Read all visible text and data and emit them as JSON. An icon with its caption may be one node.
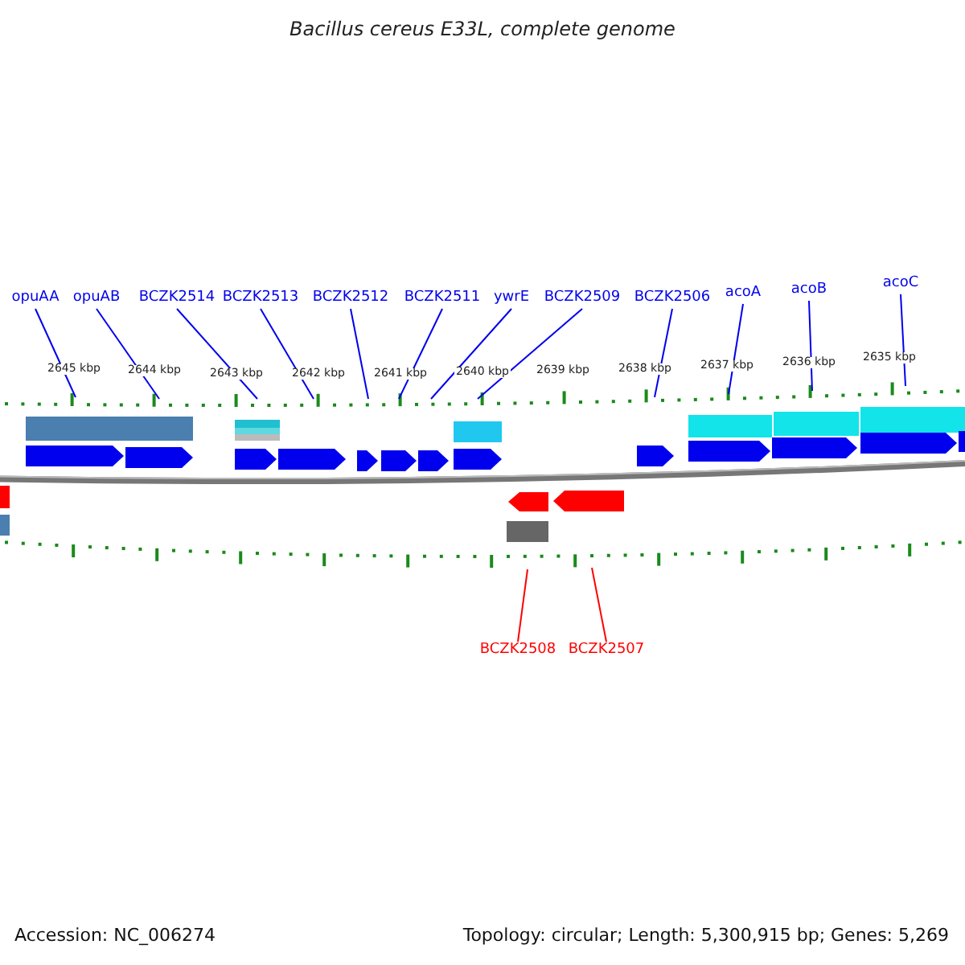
{
  "diagram": {
    "title": "Bacillus cereus E33L, complete genome",
    "nodes": [
      {
        "text": [
          "opuAA"
        ]
      },
      {
        "text": [
          "opuAB"
        ]
      },
      {
        "text": [
          "BCZK2514"
        ]
      },
      {
        "text": [
          "BCZK2513"
        ]
      },
      {
        "text": [
          "BCZK2512"
        ]
      },
      {
        "text": [
          "BCZK2511"
        ]
      },
      {
        "text": [
          "ywrE"
        ]
      },
      {
        "text": [
          "BCZK2509"
        ]
      },
      {
        "text": [
          "BCZK2506"
        ]
      },
      {
        "text": [
          "acoA"
        ]
      },
      {
        "text": [
          "acoB"
        ]
      },
      {
        "text": [
          "acoC"
        ]
      },
      {
        "text": [
          "BCZK2508"
        ]
      },
      {
        "text": [
          "BCZK2507"
        ]
      },
      {
        "text": [],
        "shape": "picture"
      }
    ],
    "edges": [
      {
        "from": 0,
        "to": 14,
        "arrow": "none"
      },
      {
        "from": 1,
        "to": 14,
        "arrow": "none"
      },
      {
        "from": 2,
        "to": 14,
        "arrow": "none"
      },
      {
        "from": 3,
        "to": 14,
        "arrow": "none"
      },
      {
        "from": 4,
        "to": 14,
        "arrow": "none"
      },
      {
        "from": 5,
        "to": 14,
        "arrow": "none"
      },
      {
        "from": 6,
        "to": 14,
        "arrow": "none"
      },
      {
        "from": 7,
        "to": 14,
        "arrow": "none"
      },
      {
        "from": 8,
        "to": 14,
        "arrow": "none"
      },
      {
        "from": 9,
        "to": 14,
        "arrow": "none"
      },
      {
        "from": 10,
        "to": 14,
        "arrow": "none"
      },
      {
        "from": 11,
        "to": 14,
        "arrow": "none"
      },
      {
        "from": 12,
        "to": 14,
        "arrow": "none",
        "color": "#ff0000"
      },
      {
        "from": 13,
        "to": 14,
        "arrow": "none",
        "color": "#ff0000"
      }
    ],
    "labels": [
      "2645 kbp",
      "2644 kbp",
      "2643 kbp",
      "2642 kbp",
      "2641 kbp",
      "2640 kbp",
      "2639 kbp",
      "2638 kbp",
      "2637 kbp",
      "2636 kbp",
      "2635 kbp",
      "Accession: NC_006274",
      "Topology: circular; Length: 5,300,915 bp; Genes: 5,269"
    ]
  }
}
